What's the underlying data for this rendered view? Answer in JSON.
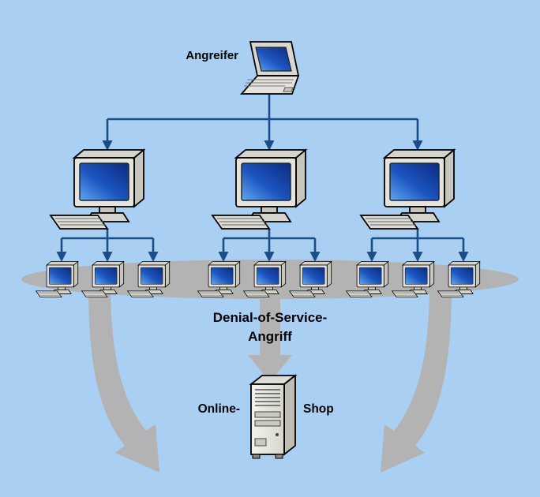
{
  "diagram": {
    "type": "ddos-attack-scheme",
    "labels": {
      "attacker": "Angreifer",
      "attack_line1": "Denial-of-Service-",
      "attack_line2": "Angriff",
      "target_left": "Online-",
      "target_right": "Shop"
    },
    "structure": {
      "attacker_node": "laptop",
      "handler_nodes": 3,
      "bot_nodes_per_handler": 3,
      "bot_nodes_total": 9,
      "target_node": "server"
    }
  },
  "colors": {
    "background": "#A9CFF2",
    "line_blue": "#1A4E8A",
    "gray": "#B3B3B3",
    "screen_dark": "#0B2B80",
    "screen_mid": "#1C55C0",
    "screen_light": "#5FA8F0",
    "casing": "#E4E4DC",
    "text": "#000000"
  }
}
